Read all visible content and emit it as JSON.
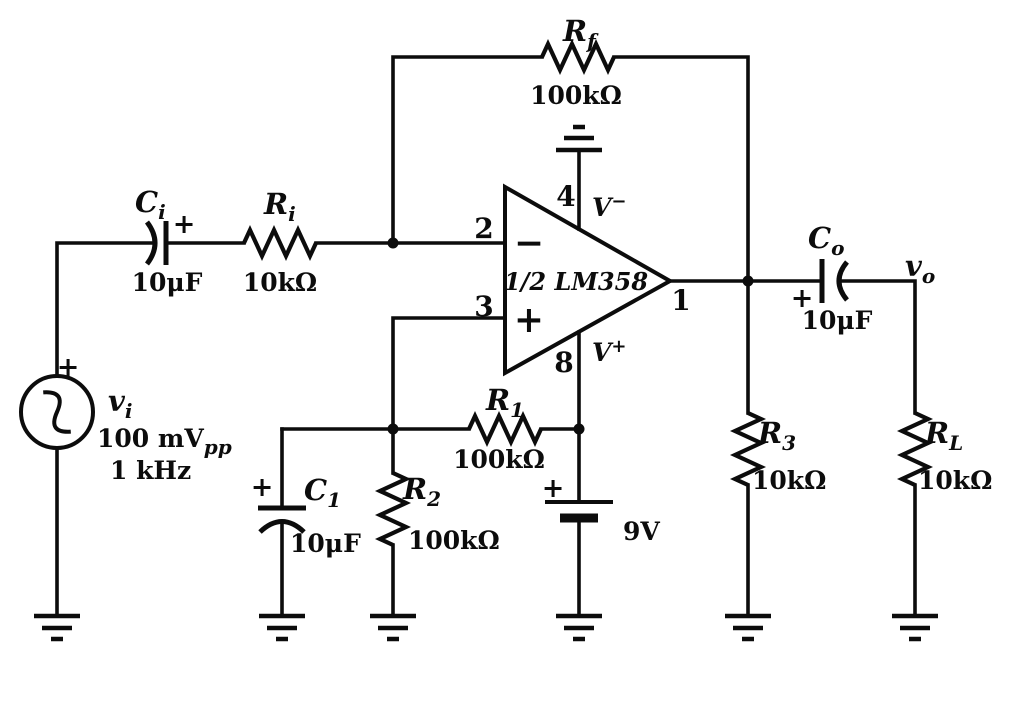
{
  "circuit": {
    "source": {
      "label": "v",
      "label_sub": "i",
      "amplitude": "100 mV",
      "amplitude_sub": "pp",
      "frequency": "1 kHz",
      "polarity": "+"
    },
    "ci": {
      "label": "C",
      "label_sub": "i",
      "value": "10μF",
      "polarity": "+"
    },
    "ri": {
      "label": "R",
      "label_sub": "i",
      "value": "10kΩ"
    },
    "rf": {
      "label": "R",
      "label_sub": "f",
      "value": "100kΩ"
    },
    "opamp": {
      "name": "1/2 LM358",
      "inverting_sign": "−",
      "noninverting_sign": "+",
      "pin_inverting": "2",
      "pin_noninverting": "3",
      "pin_output": "1",
      "pin_vminus": "4",
      "pin_vplus": "8",
      "rail_letter": "V",
      "rail_minus_sup": "−",
      "rail_plus_sup": "+"
    },
    "c1": {
      "label": "C",
      "label_sub": "1",
      "value": "10μF",
      "polarity": "+"
    },
    "r2": {
      "label": "R",
      "label_sub": "2",
      "value": "100kΩ"
    },
    "r1": {
      "label": "R",
      "label_sub": "1",
      "value": "100kΩ"
    },
    "battery": {
      "value": "9V",
      "polarity": "+"
    },
    "r3": {
      "label": "R",
      "label_sub": "3",
      "value": "10kΩ"
    },
    "co": {
      "label": "C",
      "label_sub": "o",
      "value": "10μF",
      "polarity": "+"
    },
    "vo": {
      "label": "v",
      "label_sub": "o"
    },
    "rl": {
      "label": "R",
      "label_sub": "L",
      "value": "10kΩ"
    }
  }
}
